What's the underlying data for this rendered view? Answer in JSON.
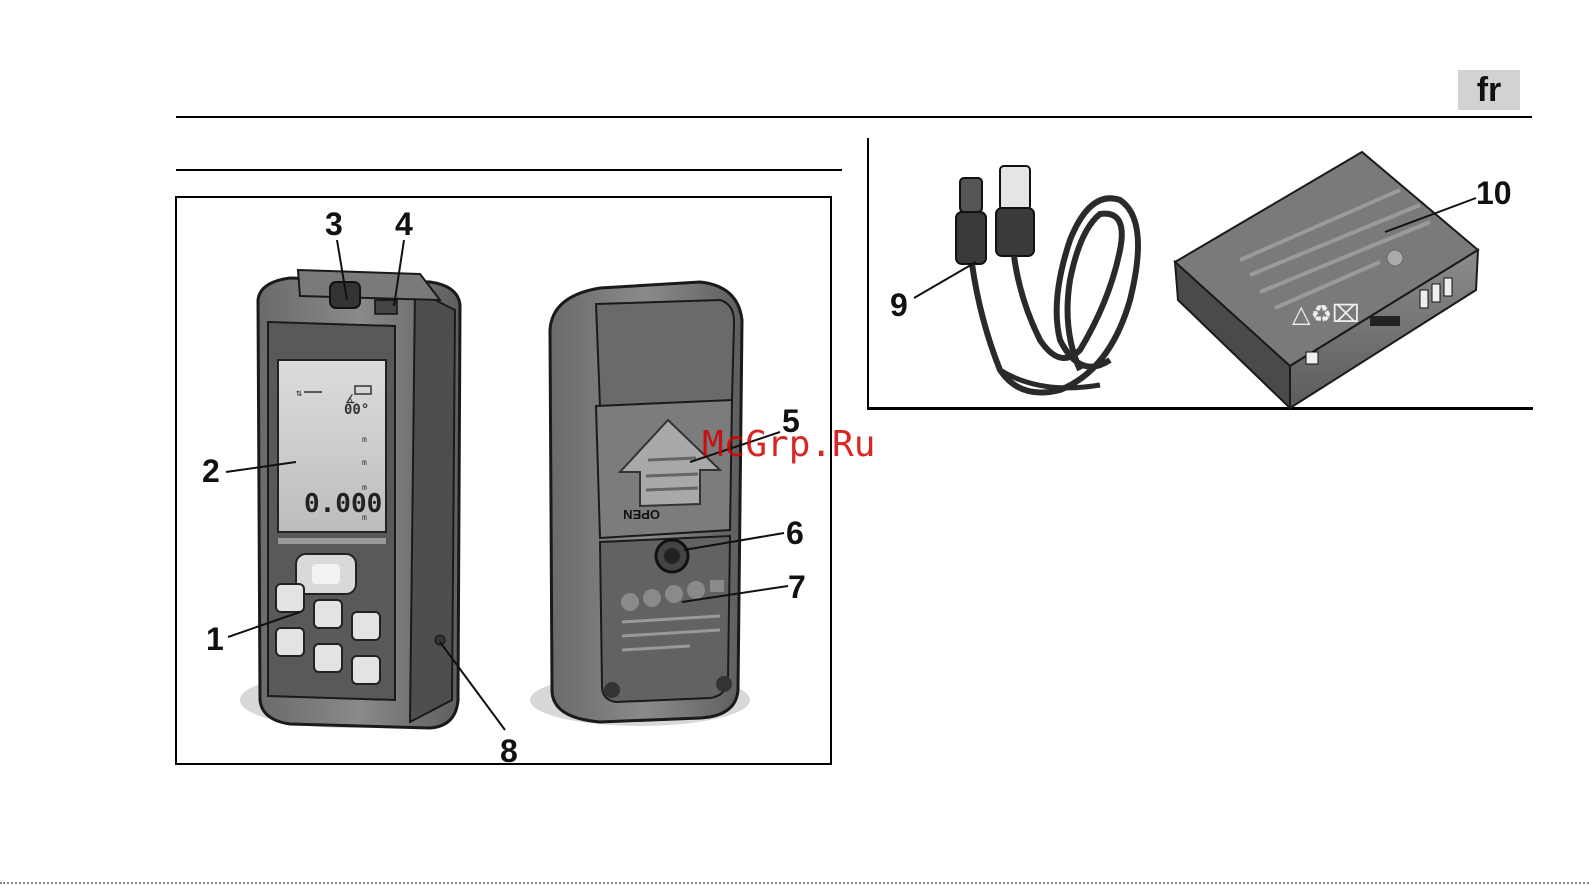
{
  "header": {
    "language": "fr"
  },
  "callouts": [
    "1",
    "2",
    "3",
    "4",
    "5",
    "6",
    "7",
    "8",
    "9",
    "10"
  ],
  "device_back": {
    "cover_text": "OPEN"
  },
  "device_display": {
    "reading": "0.000"
  },
  "watermark": "McGrp.Ru"
}
